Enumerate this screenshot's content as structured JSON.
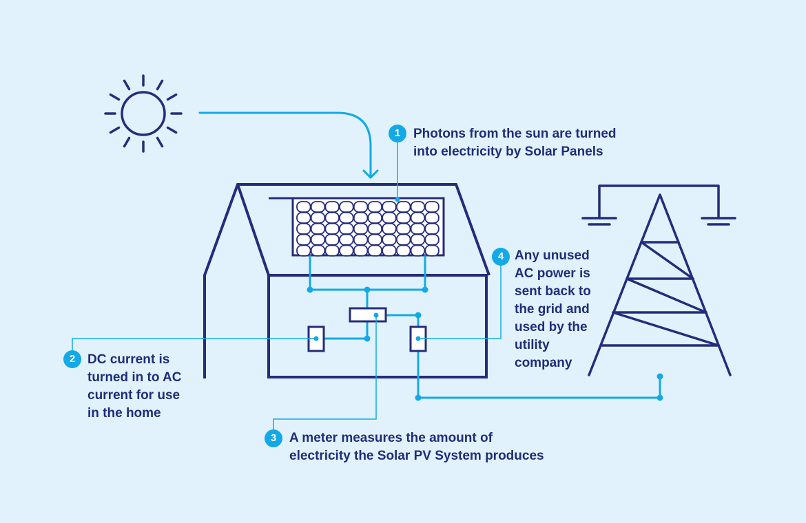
{
  "colors": {
    "background": "#e1f2fc",
    "structure_navy": "#252c7c",
    "wiring_blue": "#12a9e6",
    "step_badge": "#12a9e6",
    "text": "#1f2d7a"
  },
  "icons": [
    "sun-icon",
    "solar-panel-icon",
    "house-icon",
    "inverter-icon",
    "meter-icon",
    "transmission-tower-icon"
  ],
  "steps": [
    {
      "number": "1",
      "text": "Photons from the sun are turned\ninto electricity by Solar Panels"
    },
    {
      "number": "2",
      "text": "DC current is\nturned in to AC\ncurrent for use\nin the home"
    },
    {
      "number": "3",
      "text": "A meter measures the amount of\nelectricity the Solar PV System produces"
    },
    {
      "number": "4",
      "text": "Any unused\nAC power is\nsent back to\nthe grid and\nused by the\nutility\ncompany"
    }
  ]
}
